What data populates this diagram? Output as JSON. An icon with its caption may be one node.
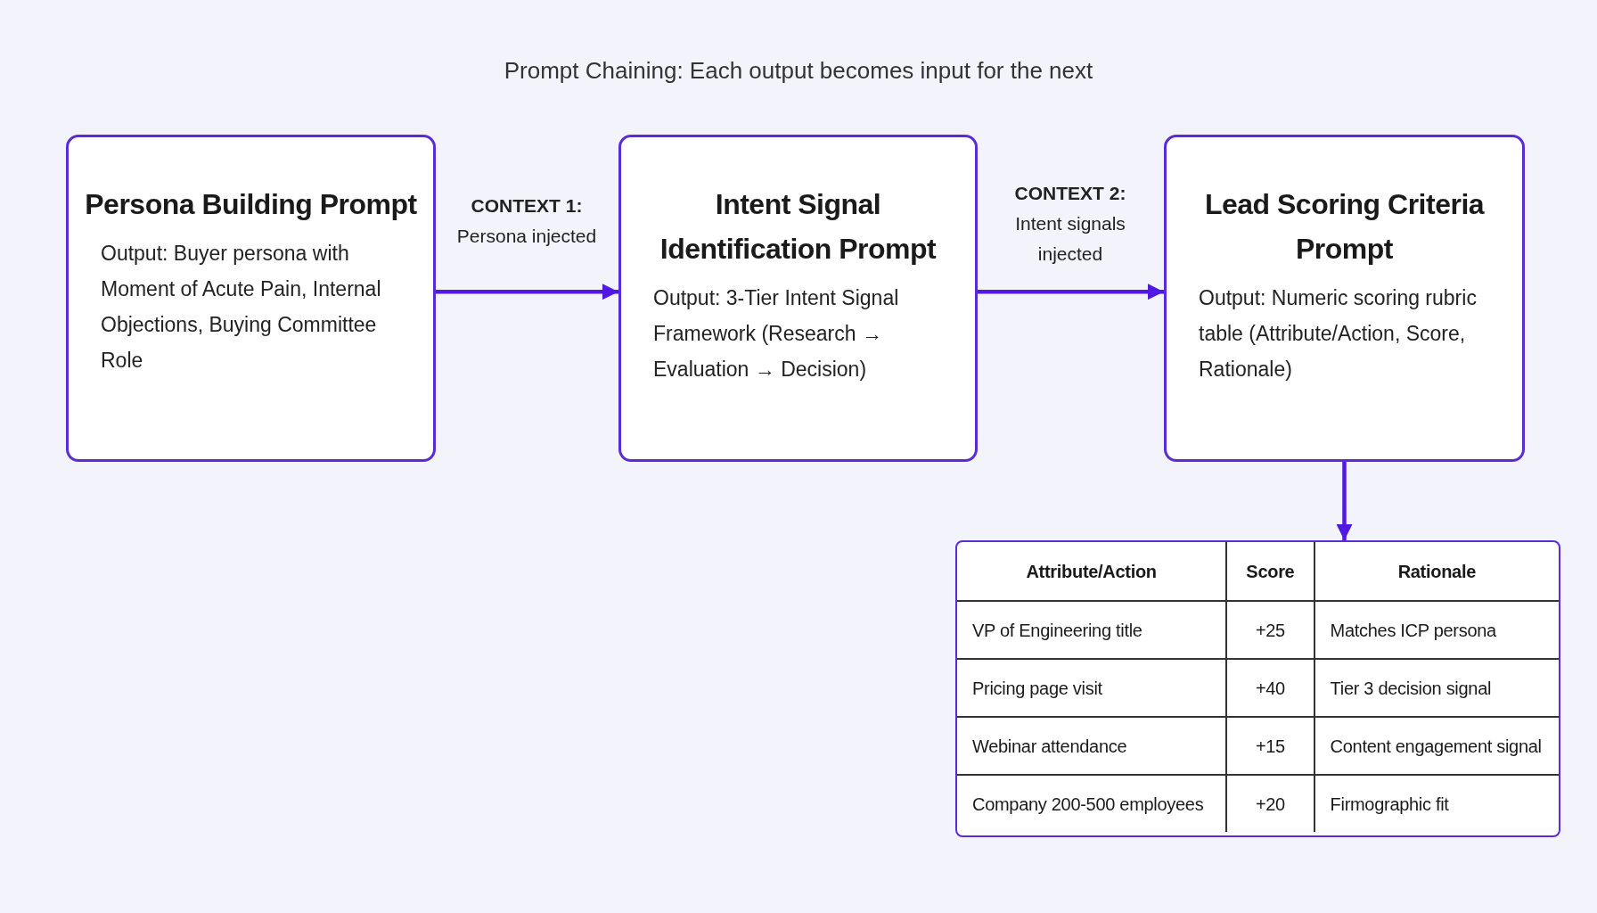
{
  "diagram": {
    "title": "Prompt Chaining: Each output becomes input for the next",
    "nodes": [
      {
        "text": [
          "Persona Building Prompt",
          "Output: Buyer persona with Moment of Acute Pain, Internal Objections, Buying Committee Role"
        ]
      },
      {
        "text": [
          "Intent Signal Identification Prompt",
          "Output: 3-Tier Intent Signal Framework (Research → Evaluation → Decision)"
        ]
      },
      {
        "text": [
          "Lead Scoring Criteria Prompt",
          "Output: Numeric scoring rubric table (Attribute/Action, Score, Rationale)"
        ]
      },
      {
        "text": [],
        "shape": "table"
      }
    ],
    "edges": [
      {
        "from": 0,
        "to": 1,
        "arrow": "to",
        "label": "**CONTEXT 1:** Persona injected"
      },
      {
        "from": 1,
        "to": 2,
        "arrow": "to",
        "label": "**CONTEXT 2:** Intent signals injected"
      },
      {
        "from": 2,
        "to": 3,
        "arrow": "to"
      }
    ],
    "labels": [
      "Attribute/Action",
      "Score",
      "Rationale",
      "VP of Engineering title",
      "+25",
      "Matches ICP persona",
      "Pricing page visit",
      "+40",
      "Tier 3 decision signal",
      "Webinar attendance",
      "+15",
      "Content engagement signal",
      "Company 200-500 employees",
      "+20",
      "Firmographic fit"
    ]
  }
}
